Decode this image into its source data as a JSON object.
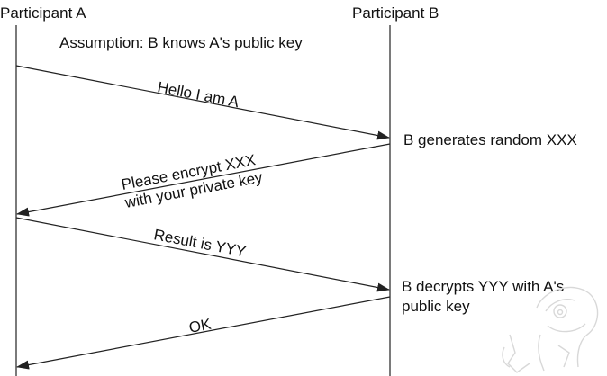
{
  "participants": {
    "a": "Participant A",
    "b": "Participant B"
  },
  "assumption": "Assumption: B knows A's public key",
  "messages": {
    "m1": "Hello I am  A",
    "m2_line1": "Please encrypt XXX",
    "m2_line2": "with your private key",
    "m3": "Result is YYY",
    "m4": "OK"
  },
  "notes": {
    "n1": "B generates random XXX",
    "n2_line1": "B decrypts YYY with A's",
    "n2_line2": "public key"
  },
  "colors": {
    "line": "#222222",
    "text": "#111111",
    "watermark": "#d8d8d8"
  }
}
